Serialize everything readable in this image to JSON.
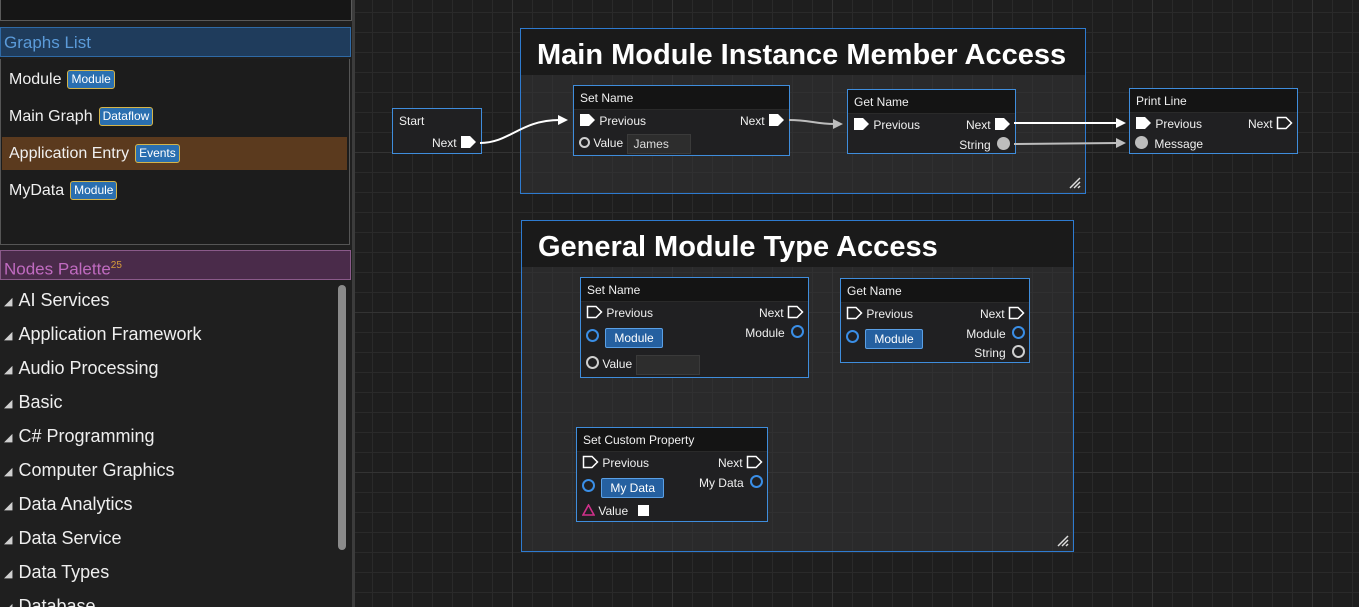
{
  "graphs_panel": {
    "header": "Graphs List",
    "items": [
      {
        "name": "Module",
        "badge": "Module"
      },
      {
        "name": "Main Graph",
        "badge": "Dataflow"
      },
      {
        "name": "Application Entry",
        "badge": "Events",
        "selected": true
      },
      {
        "name": "MyData",
        "badge": "Module"
      }
    ]
  },
  "palette": {
    "header": "Nodes Palette",
    "count": "25",
    "categories": [
      "AI Services",
      "Application Framework",
      "Audio Processing",
      "Basic",
      "C# Programming",
      "Computer Graphics",
      "Data Analytics",
      "Data Service",
      "Data Types",
      "Database"
    ]
  },
  "canvas": {
    "groups": [
      {
        "title": "Main Module Instance Member Access"
      },
      {
        "title": "General Module Type Access"
      }
    ],
    "start_node": {
      "title": "Start",
      "next": "Next"
    },
    "set_name_1": {
      "title": "Set Name",
      "previous": "Previous",
      "next": "Next",
      "value_label": "Value",
      "value": "James"
    },
    "get_name_1": {
      "title": "Get Name",
      "previous": "Previous",
      "next": "Next",
      "string": "String"
    },
    "print_line": {
      "title": "Print Line",
      "previous": "Previous",
      "next": "Next",
      "message": "Message"
    },
    "set_name_2": {
      "title": "Set Name",
      "previous": "Previous",
      "next": "Next",
      "module_chip": "Module",
      "module_out": "Module",
      "value_label": "Value",
      "value": ""
    },
    "get_name_2": {
      "title": "Get Name",
      "previous": "Previous",
      "next": "Next",
      "module_chip": "Module",
      "module_out": "Module",
      "string": "String"
    },
    "set_custom": {
      "title": "Set Custom Property",
      "previous": "Previous",
      "next": "Next",
      "data_chip": "My Data",
      "data_out": "My Data",
      "value_label": "Value"
    }
  },
  "colors": {
    "accent_blue": "#3f8ddc",
    "graphs_header": "#5b9bd9",
    "palette_header": "#c06bc0",
    "selected_item": "#5b3a1e",
    "badge": "#2a6fb0"
  }
}
